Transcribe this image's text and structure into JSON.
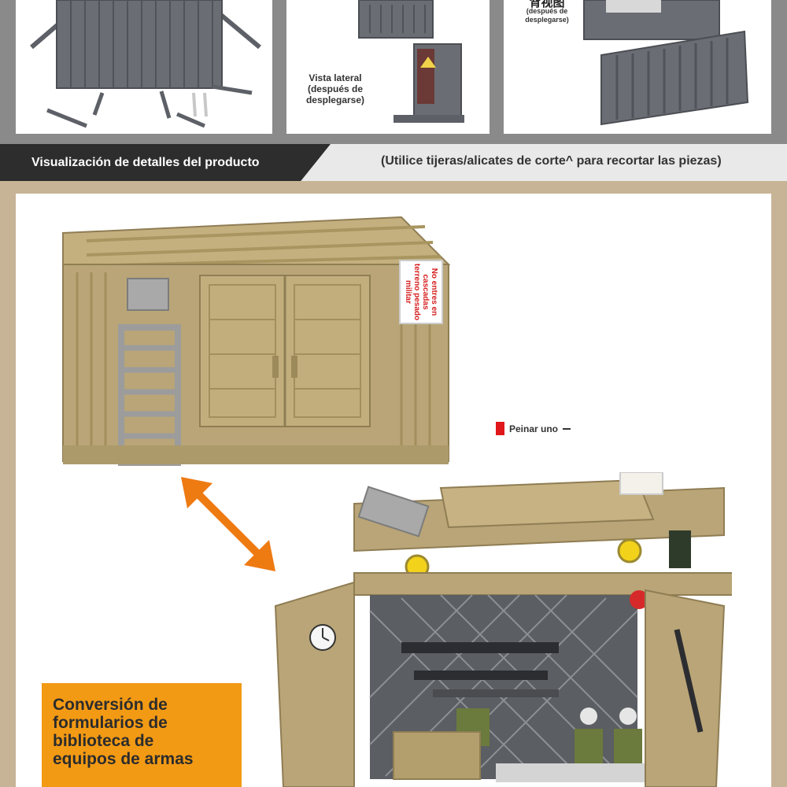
{
  "top_panels": {
    "side_view_caption_1": "Vista lateral",
    "side_view_caption_2": "(después de",
    "side_view_caption_3": "desplegarse)",
    "back_view_title": "背视图",
    "back_view_caption_1": "(después de",
    "back_view_caption_2": "desplegarse)"
  },
  "banner": {
    "title": "Visualización de detalles del producto",
    "note": "(Utilice tijeras/alicates de corte^ para recortar las piezas)"
  },
  "sign": {
    "text": "No entres en cascadas terreno pesado militar"
  },
  "legend": {
    "label": "Peinar uno"
  },
  "callout": {
    "line1": "Conversión de",
    "line2": "formularios de",
    "line3": "biblioteca de",
    "line4": "equipos de armas"
  },
  "colors": {
    "tan": "#b9a577",
    "tan_dark": "#8f7d54",
    "gray_model": "#5d6066",
    "accent_orange": "#f39a14",
    "banner_dark": "#2d2d2d",
    "legend_red": "#e0171b"
  }
}
